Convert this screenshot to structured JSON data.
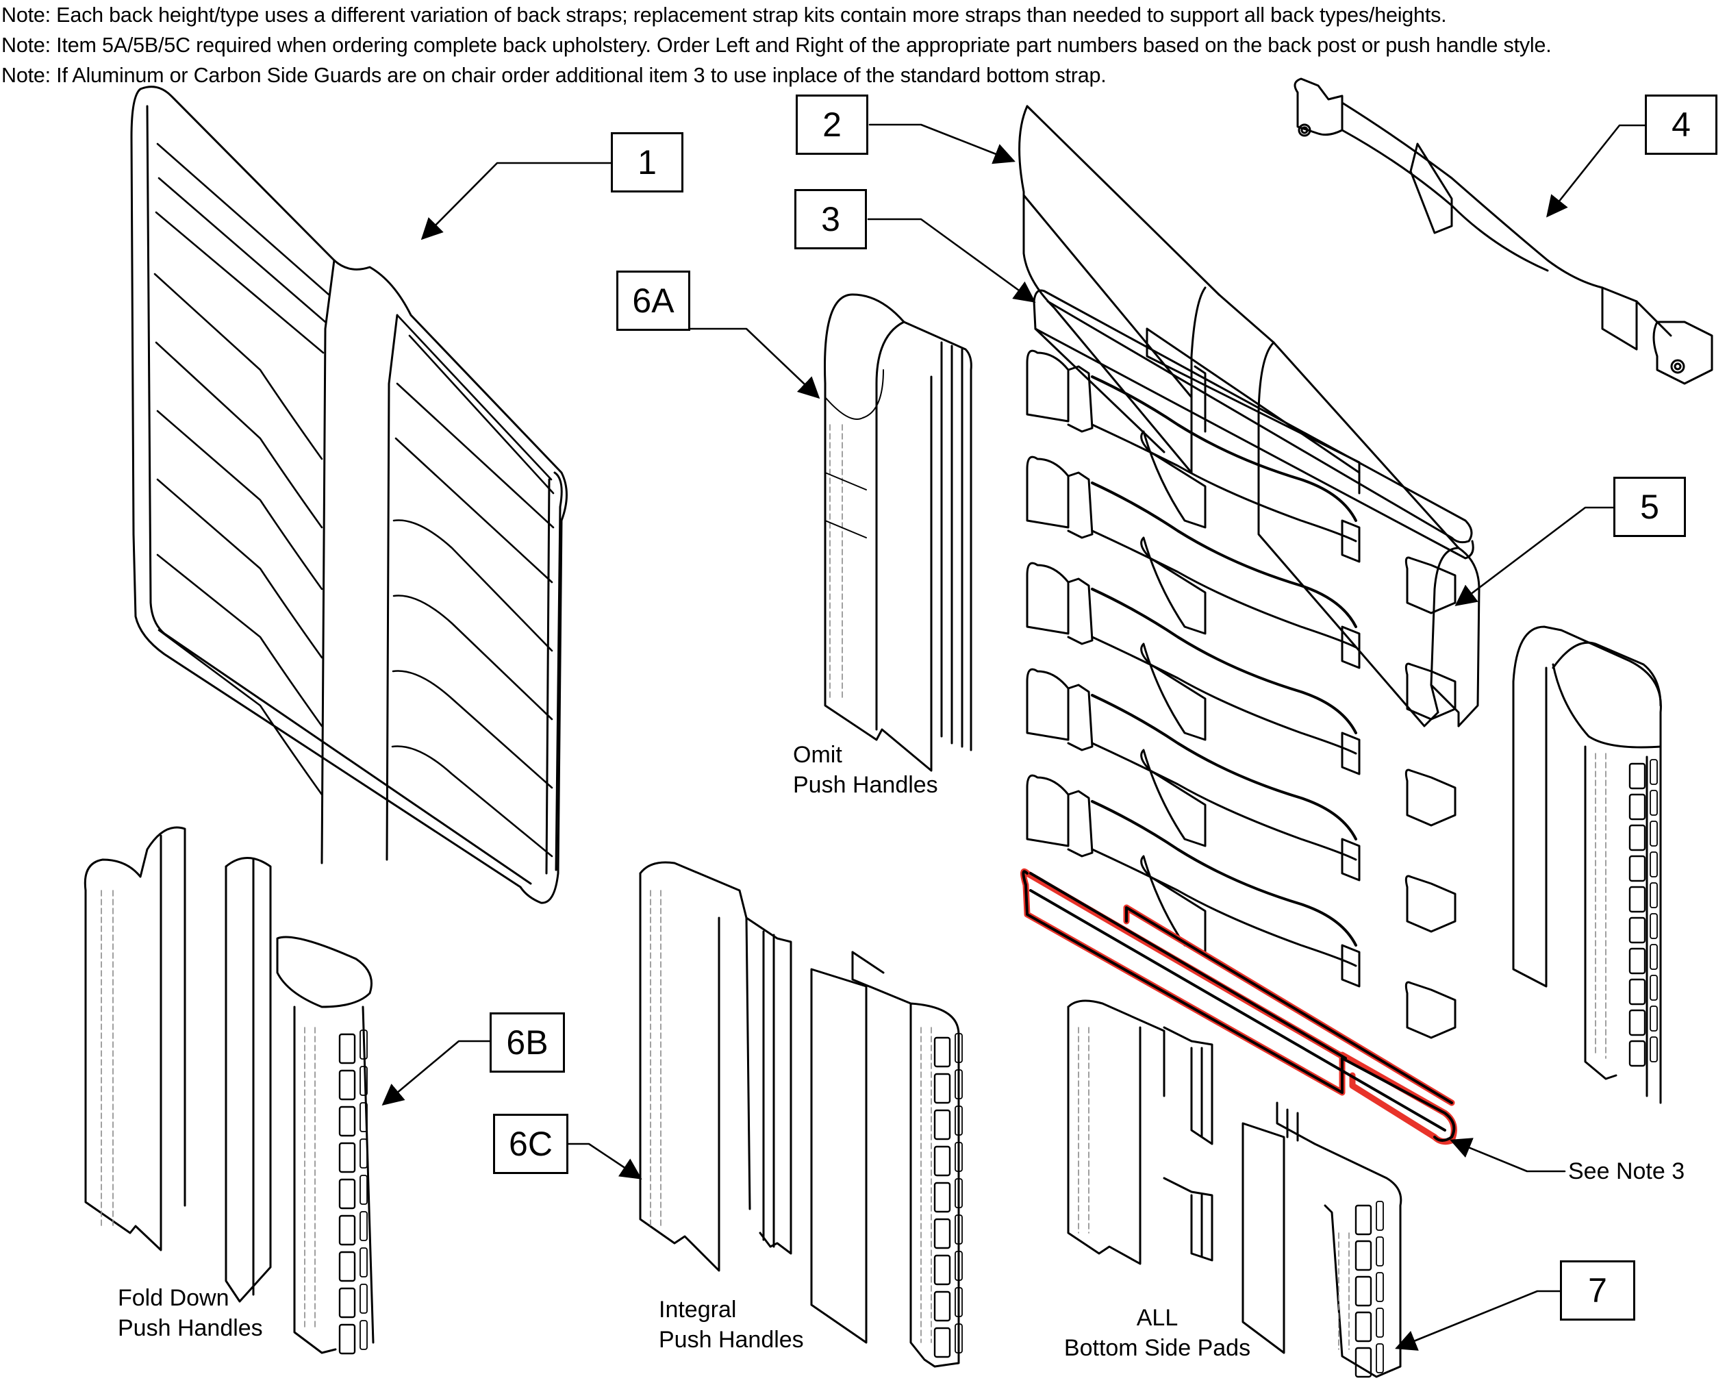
{
  "notes": [
    "Note: Each back height/type uses a different variation of back straps; replacement strap kits contain more straps than needed to support all back types/heights.",
    "Note: Item 5A/5B/5C required when ordering complete back upholstery. Order Left and Right of the appropriate part numbers based on the back post or push handle style.",
    "Note: If Aluminum or Carbon Side Guards are on chair order additional item 3 to use inplace of the standard bottom strap."
  ],
  "callouts": {
    "item_1": "1",
    "item_2": "2",
    "item_3": "3",
    "item_4": "4",
    "item_5": "5",
    "item_6a": "6A",
    "item_6b": "6B",
    "item_6c": "6C",
    "item_7": "7"
  },
  "labels": {
    "omit_line1": "Omit",
    "omit_line2": "Push Handles",
    "fold_line1": "Fold Down",
    "fold_line2": "Push Handles",
    "integral_line1": "Integral",
    "integral_line2": "Push Handles",
    "bottom_line1": "ALL",
    "bottom_line2": "Bottom Side Pads",
    "see_note": "See Note 3"
  },
  "colors": {
    "line": "#000000",
    "highlight": "#e8332a",
    "background": "#ffffff"
  }
}
